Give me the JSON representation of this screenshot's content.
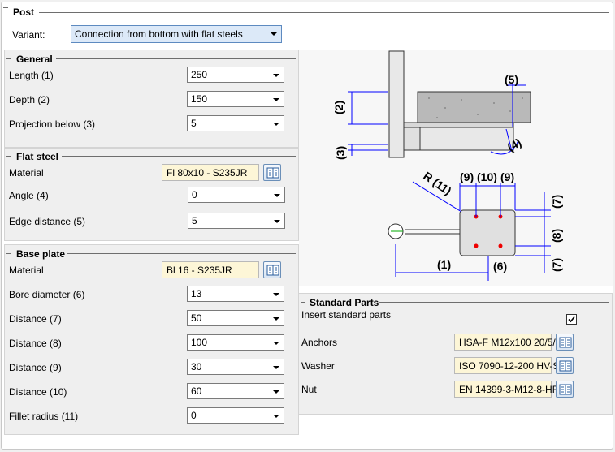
{
  "post": {
    "title": "Post",
    "variant_label": "Variant:",
    "variant_value": "Connection from bottom with flat steels"
  },
  "general": {
    "title": "General",
    "length_label": "Length (1)",
    "length_value": "250",
    "depth_label": "Depth (2)",
    "depth_value": "150",
    "projection_label": "Projection below (3)",
    "projection_value": "5"
  },
  "flat_steel": {
    "title": "Flat steel",
    "material_label": "Material",
    "material_value": "Fl 80x10 - S235JR",
    "angle_label": "Angle (4)",
    "angle_value": "0",
    "edge_label": "Edge distance (5)",
    "edge_value": "5"
  },
  "base_plate": {
    "title": "Base plate",
    "material_label": "Material",
    "material_value": "Bl 16 - S235JR",
    "bore_label": "Bore diameter (6)",
    "bore_value": "13",
    "d7_label": "Distance (7)",
    "d7_value": "50",
    "d8_label": "Distance (8)",
    "d8_value": "100",
    "d9_label": "Distance (9)",
    "d9_value": "30",
    "d10_label": "Distance (10)",
    "d10_value": "60",
    "fillet_label": "Fillet radius (11)",
    "fillet_value": "0"
  },
  "standard_parts": {
    "title": "Standard Parts",
    "insert_label": "Insert standard parts",
    "anchors_label": "Anchors",
    "anchors_value": "HSA-F M12x100 20/5/",
    "washer_label": "Washer",
    "washer_value": "ISO 7090-12-200 HV-S",
    "nut_label": "Nut",
    "nut_value": "EN 14399-3-M12-8-HF"
  },
  "diagram": {
    "labels": [
      "(1)",
      "(2)",
      "(3)",
      "(4)",
      "(5)",
      "(6)",
      "(7)",
      "(8)",
      "(7)",
      "(9)",
      "(10)",
      "(9)",
      "R (11)"
    ]
  },
  "colors": {
    "accent": "#0000ff",
    "field_bg": "#fdf6d7"
  },
  "icons": [
    "dropdown-arrow-icon",
    "library-icon",
    "checkmark-icon"
  ]
}
